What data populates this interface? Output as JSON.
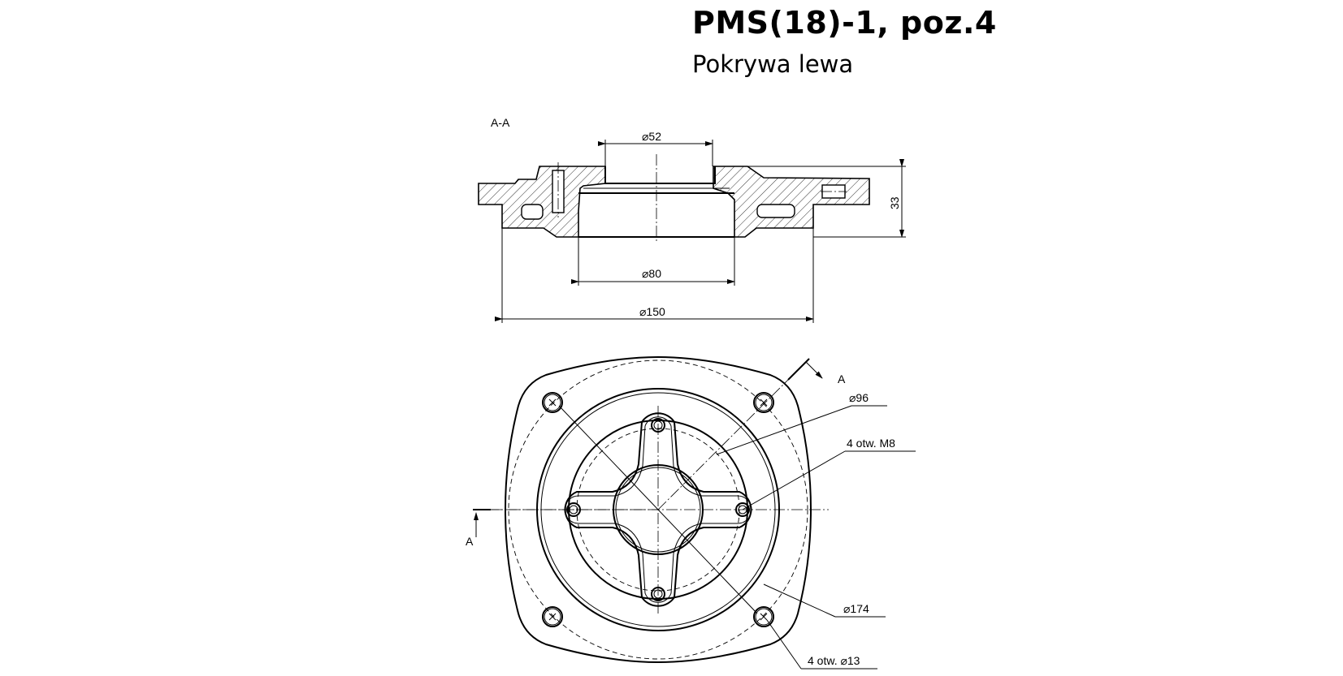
{
  "header": {
    "title": "PMS(18)-1, poz.4",
    "subtitle": "Pokrywa lewa"
  },
  "section_view": {
    "label": "A-A",
    "dim_top_bore": "⌀52",
    "dim_height": "33",
    "dim_inner_bore": "⌀80",
    "dim_outer": "⌀150"
  },
  "plan_view": {
    "cut_marker_top": "A",
    "cut_marker_left": "A",
    "dim_circle_96": "⌀96",
    "note_threaded_holes": "4 otw. M8",
    "dim_circle_174": "⌀174",
    "note_through_holes": "4 otw. ⌀13"
  },
  "colors": {
    "line": "#000000",
    "background": "#ffffff"
  }
}
